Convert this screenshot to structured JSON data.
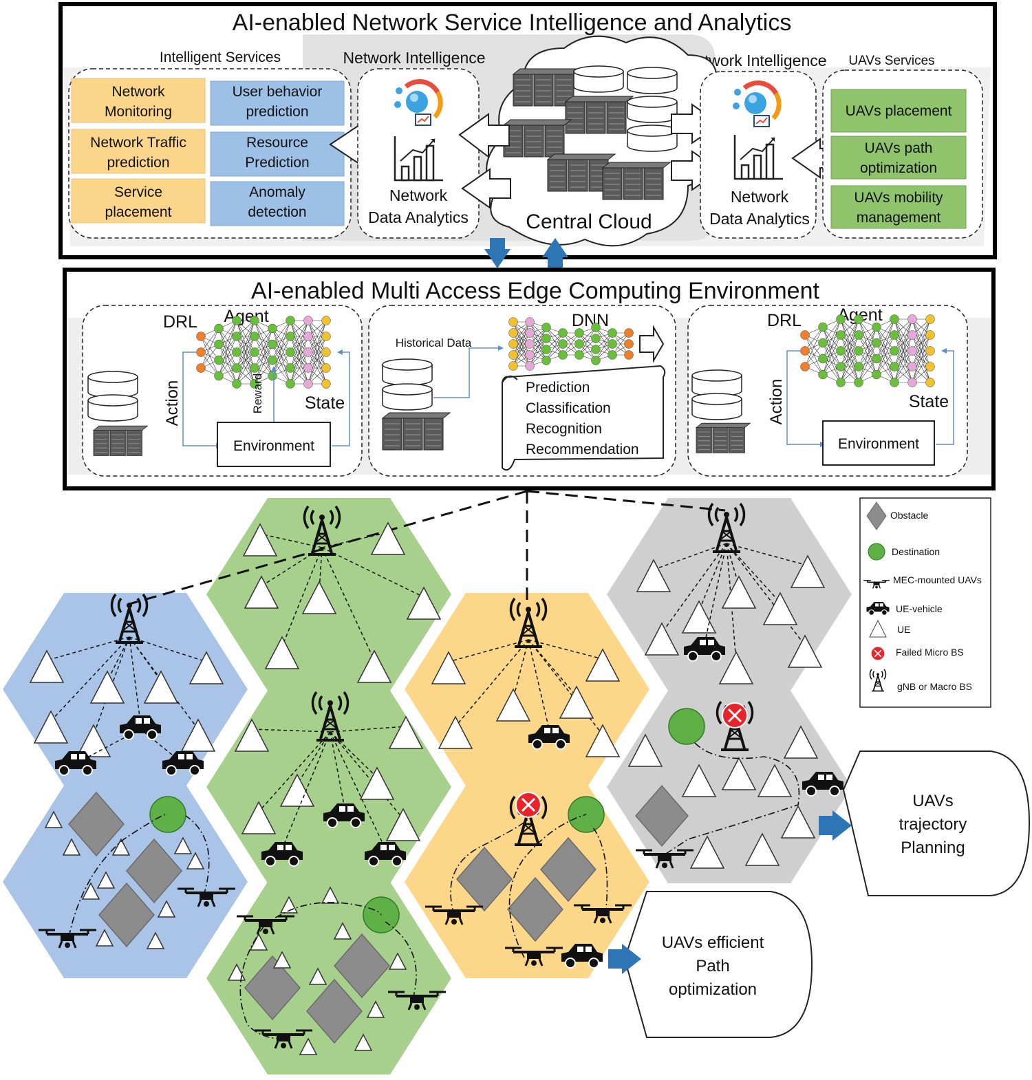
{
  "top_section": {
    "title": "AI-enabled Network Service Intelligence and Analytics",
    "intelligent_services_label": "Intelligent Services",
    "network_intelligence_left": "Network Intelligence",
    "network_intelligence_right": "Network Intelligence",
    "uav_services_label": "UAVs Services",
    "services_col1": [
      [
        "Network",
        "Monitoring"
      ],
      [
        "Network Traffic",
        "prediction"
      ],
      [
        "Service",
        "placement"
      ]
    ],
    "services_col2": [
      [
        "User behavior",
        "prediction"
      ],
      [
        "Resource",
        "Prediction"
      ],
      [
        "Anomaly",
        "detection"
      ]
    ],
    "nda_left": [
      "Network",
      "Data Analytics"
    ],
    "nda_right": [
      "Network",
      "Data Analytics"
    ],
    "central_cloud": "Central Cloud",
    "uav_services": [
      [
        "UAVs placement"
      ],
      [
        "UAVs path",
        "optimization"
      ],
      [
        "UAVs mobility",
        "management"
      ]
    ]
  },
  "mec_section": {
    "title": "AI-enabled Multi Access Edge Computing Environment",
    "left": {
      "drl": "DRL",
      "agent": "Agent",
      "action": "Action",
      "reward": "Reward",
      "state": "State",
      "environment": "Environment"
    },
    "center": {
      "dnn": "DNN",
      "historical": "Historical Data",
      "outputs": [
        "Prediction",
        "Classification",
        "Recognition",
        "Recommendation"
      ]
    },
    "right": {
      "drl": "DRL",
      "agent": "Agent",
      "action": "Action",
      "state": "State",
      "environment": "Environment"
    }
  },
  "legend": {
    "obstacle": "Obstacle",
    "destination": "Destination",
    "mec_uav": "MEC-mounted UAVs",
    "ue_vehicle": "UE-vehicle",
    "ue": "UE",
    "failed_bs": "Failed Micro BS",
    "gnb": "gNB or Macro BS"
  },
  "callouts": {
    "trajectory": [
      "UAVs",
      "trajectory",
      "Planning"
    ],
    "path": [
      "UAVs efficient",
      "Path",
      "optimization"
    ]
  },
  "colors": {
    "blue_hex": "#a9c4e6",
    "green_hex": "#a8d08d",
    "orange_hex": "#fcd78a",
    "gray_hex": "#cfcfcf",
    "service_orange": "#fbd68a",
    "service_blue": "#9dc0e6",
    "service_green": "#8fc46c",
    "arrow_blue": "#2e75b6"
  }
}
